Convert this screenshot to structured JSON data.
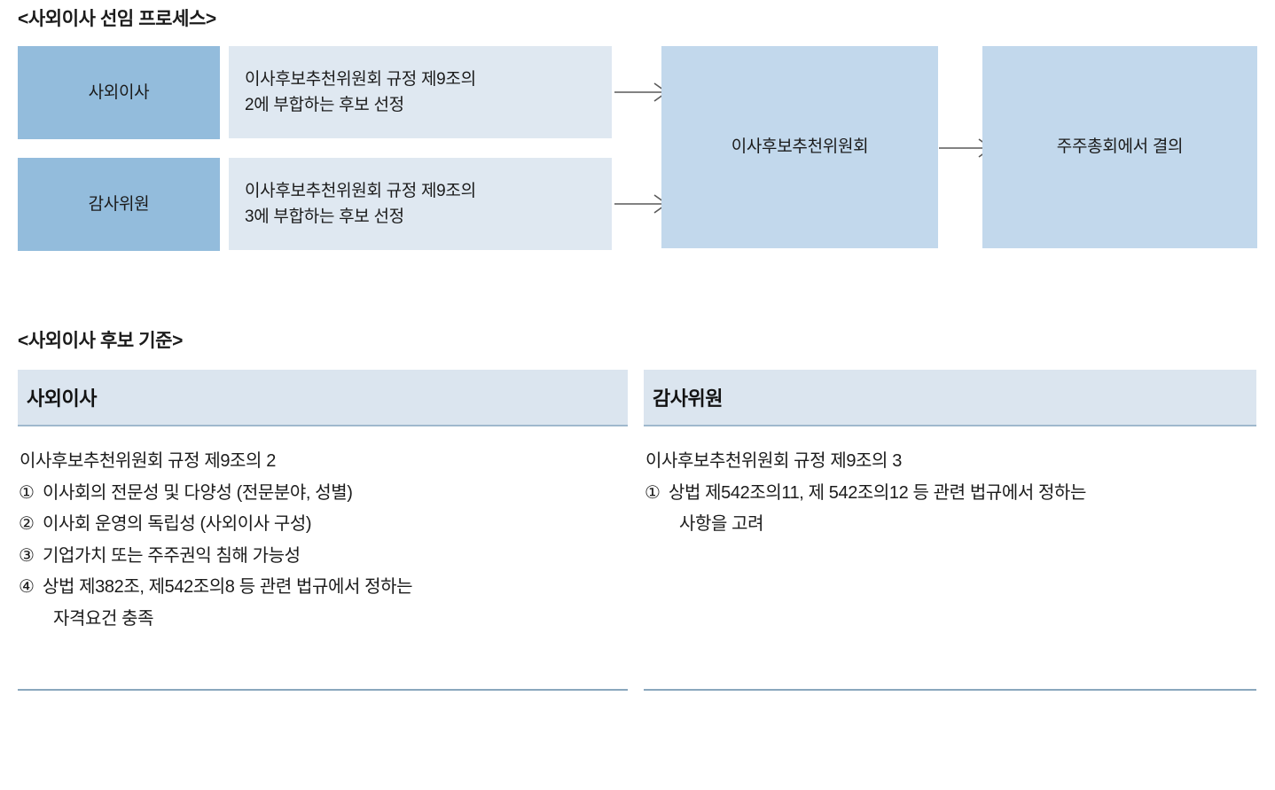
{
  "process": {
    "title": "<사외이사 선임 프로세스>",
    "rows": [
      {
        "role": "사외이사",
        "description_line1": "이사후보추천위원회 규정 제9조의",
        "description_line2": "2에 부합하는 후보 선정",
        "arrow": "arrow-right-icon"
      },
      {
        "role": "감사위원",
        "description_line1": "이사후보추천위원회 규정 제9조의",
        "description_line2": "3에 부합하는 후보 선정",
        "arrow": "arrow-right-icon"
      }
    ],
    "stages": [
      {
        "label": "이사후보추천위원회"
      },
      {
        "label": "주주총회에서 결의"
      }
    ],
    "stage_arrow": "arrow-right-icon",
    "colors": {
      "role_box": "#93bcdc",
      "description_box": "#dfe8f1",
      "stage_box": "#c2d8ec",
      "arrow": "#595959"
    }
  },
  "criteria": {
    "title": "<사외이사 후보 기준>",
    "colors": {
      "header_band": "#dbe5ef",
      "rule": "#8aa7bd"
    },
    "columns": [
      {
        "header": "사외이사",
        "intro": "이사후보추천위원회 규정 제9조의 2",
        "items": [
          {
            "marker": "①",
            "text": "이사회의 전문성 및 다양성 (전문분야, 성별)",
            "continuation": ""
          },
          {
            "marker": "②",
            "text": "이사회 운영의 독립성 (사외이사 구성)",
            "continuation": ""
          },
          {
            "marker": "③",
            "text": "기업가치 또는 주주권익 침해 가능성",
            "continuation": ""
          },
          {
            "marker": "④",
            "text": "상법 제382조, 제542조의8 등 관련 법규에서 정하는",
            "continuation": "자격요건 충족"
          }
        ]
      },
      {
        "header": "감사위원",
        "intro": "이사후보추천위원회 규정 제9조의 3",
        "items": [
          {
            "marker": "①",
            "text": "상법 제542조의11, 제 542조의12 등 관련 법규에서 정하는",
            "continuation": "사항을 고려"
          }
        ]
      }
    ]
  }
}
